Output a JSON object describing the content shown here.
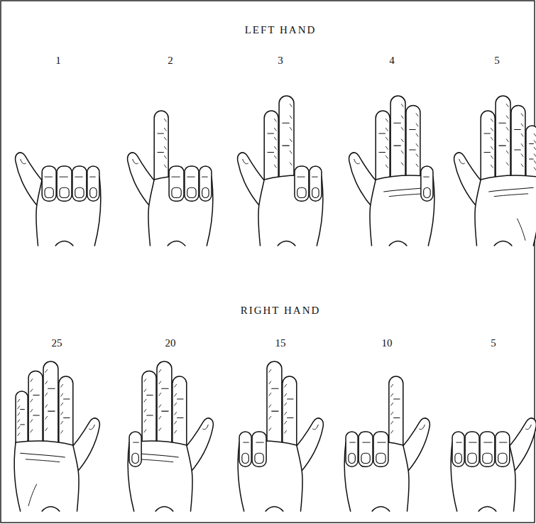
{
  "diagram": {
    "labels": [
      "LEFT HAND",
      "1",
      "2",
      "3",
      "4",
      "5",
      "RIGHT HAND",
      "25",
      "20",
      "15",
      "10",
      "5"
    ]
  }
}
